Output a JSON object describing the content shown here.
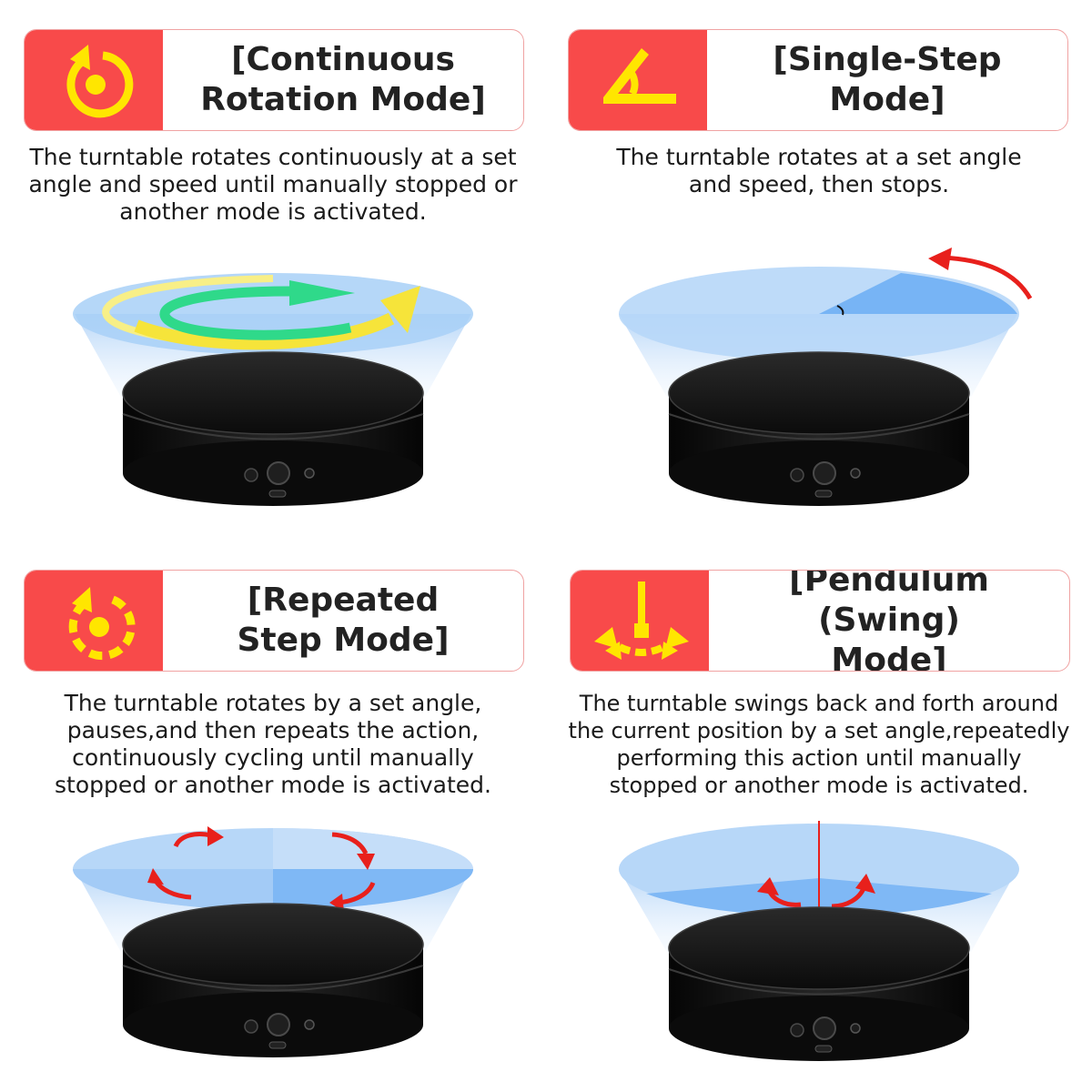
{
  "modes": [
    {
      "title": "[Continuous\nRotation Mode]",
      "icon": "continuous-rotation-icon",
      "description": "The turntable rotates continuously at a set\nangle and speed until manually stopped or\nanother mode is activated."
    },
    {
      "title": "[Single-Step Mode]",
      "icon": "angle-icon",
      "description": "The turntable rotates at a set angle\nand speed, then stops."
    },
    {
      "title": "[Repeated\nStep Mode]",
      "icon": "repeated-step-icon",
      "description": "The turntable rotates by a set angle,\npauses,and then repeats the action,\ncontinuously cycling until manually\nstopped or another mode is activated."
    },
    {
      "title": "[Pendulum (Swing)\nMode]",
      "icon": "pendulum-swing-icon",
      "description": "The turntable swings back and forth around\nthe current position by a set angle,repeatedly\nperforming this action until manually\nstopped or another mode is activated."
    }
  ],
  "colors": {
    "icon_panel_bg": "#f84a4a",
    "icon_yellow": "#ffe600",
    "arrow_red": "#e8201c",
    "arrow_green": "#2fd98a",
    "disc_blue": "#a8d0f7",
    "turntable_black": "#141414"
  }
}
